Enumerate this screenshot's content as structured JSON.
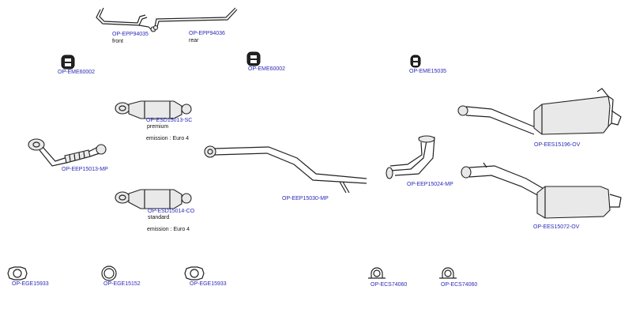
{
  "parts": {
    "epp94035": {
      "code": "OP-EPP94035",
      "note": "front"
    },
    "epp94036": {
      "code": "OP-EPP94036",
      "note": "rear"
    },
    "eme60002_a": {
      "code": "OP-EME60002"
    },
    "eme60002_b": {
      "code": "OP-EME60002"
    },
    "eme15035": {
      "code": "OP-EME15035"
    },
    "esd15013": {
      "code": "OP-ESD15013-SC",
      "note": "premium",
      "emission": "emission : Euro 4"
    },
    "eep15013": {
      "code": "OP-EEP15013-MP"
    },
    "esd15014": {
      "code": "OP-ESD15014-CO",
      "note": "standard",
      "emission": "emission : Euro 4"
    },
    "eep15030": {
      "code": "OP-EEP15030-MP"
    },
    "eep15024": {
      "code": "OP-EEP15024-MP"
    },
    "ees15196": {
      "code": "OP-EES15196-OV"
    },
    "ees15072": {
      "code": "OP-EES15072-OV"
    },
    "ege15933_a": {
      "code": "OP-EGE15933"
    },
    "ege15152": {
      "code": "OP-EGE15152"
    },
    "ege15933_b": {
      "code": "OP-EGE15933"
    },
    "ecs74060_a": {
      "code": "OP-ECS74060"
    },
    "ecs74060_b": {
      "code": "OP-ECS74060"
    }
  },
  "colors": {
    "label": "#2a2ab8",
    "text": "#111111",
    "line": "#222222",
    "fill": "#e9e9e9"
  }
}
